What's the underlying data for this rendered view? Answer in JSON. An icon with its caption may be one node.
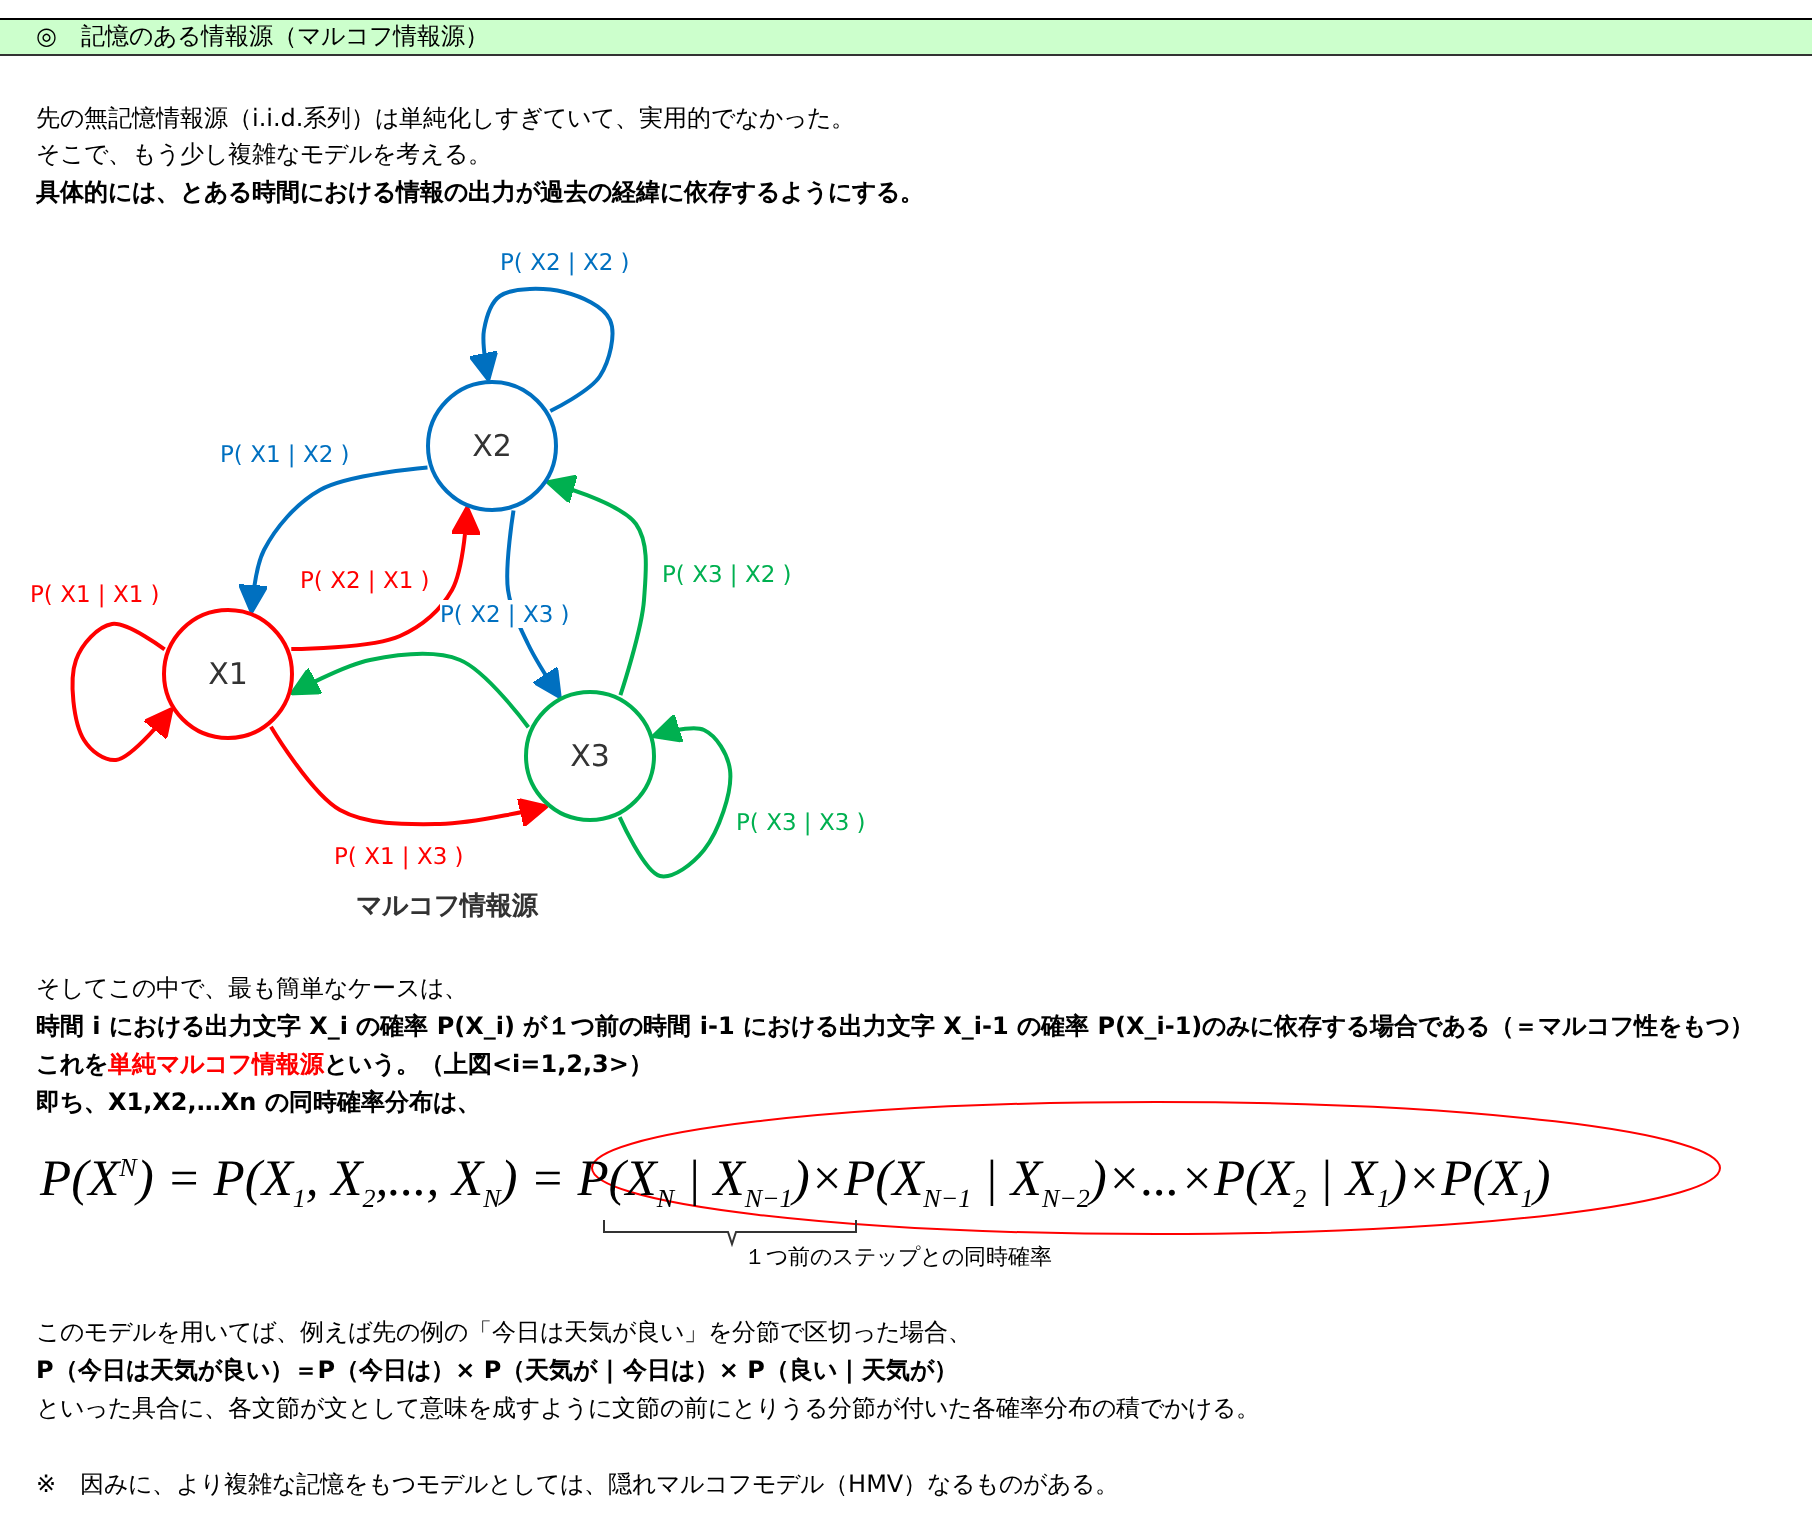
{
  "diagram": {
    "title": "◎　記憶のある情報源（マルコフ情報源）",
    "caption": "マルコフ情報源",
    "nodes": [
      {
        "text": [
          "X1"
        ]
      },
      {
        "text": [
          "X2"
        ]
      },
      {
        "text": [
          "X3"
        ]
      }
    ],
    "edges": [
      {
        "from": 1,
        "to": 1,
        "arrow": "to",
        "label": "P( X2 | X2 )",
        "color": "#0070c0"
      },
      {
        "from": 1,
        "to": 0,
        "arrow": "to",
        "label": "P( X1 | X2 )",
        "color": "#0070c0"
      },
      {
        "from": 0,
        "to": 1,
        "arrow": "to",
        "label": "P( X2 | X1 )",
        "color": "#ff0000"
      },
      {
        "from": 0,
        "to": 0,
        "arrow": "to",
        "label": "P( X1 | X1 )",
        "color": "#ff0000"
      },
      {
        "from": 1,
        "to": 2,
        "arrow": "to",
        "label": "P( X2 | X3 )",
        "color": "#0070c0"
      },
      {
        "from": 2,
        "to": 1,
        "arrow": "to",
        "label": "P( X3 | X2 )",
        "color": "#00b050"
      },
      {
        "from": 2,
        "to": 0,
        "arrow": "to",
        "color": "#00b050"
      },
      {
        "from": 2,
        "to": 2,
        "arrow": "to",
        "label": "P( X3 | X3 )",
        "color": "#00b050"
      },
      {
        "from": 0,
        "to": 2,
        "arrow": "to",
        "label": "P( X1 | X3 )",
        "color": "#ff0000"
      }
    ],
    "labels": [
      "先の無記憶情報源（i.i.d.系列）は単純化しすぎていて、実用的でなかった。",
      "そこで、もう少し複雑なモデルを考える。",
      "具体的には、とある時間における情報の出力が過去の経緯に依存するようにする。",
      "そしてこの中で、最も簡単なケースは、",
      "時間 i における出力文字 X_i の確率 P(X_i) が１つ前の時間 i-1 における出力文字 X_i-1 の確率 P(X_i-1)のみに依存する場合である（＝マルコフ性をもつ）",
      "これを",
      "単純マルコフ情報源",
      "という。（上図<i=1,2,3>）",
      "即ち、X1,X2,…Xn の同時確率分布は、",
      "P(X$^{N}$) = P(X$_{1}$, X$_{2}$,..., X$_{N}$) = P(X$_{N}$ | X$_{N−1}$)×P(X$_{N−1}$ | X$_{N−2}$)×...×P(X$_{2}$ | X$_{1}$)×P(X$_{1}$)",
      "１つ前のステップとの同時確率",
      "このモデルを用いてば、例えば先の例の「今日は天気が良い」を分節で区切った場合、",
      "P（今日は天気が良い）＝P（今日は）× P（天気が | 今日は）× P（良い | 天気が）",
      "といった具合に、各文節が文として意味を成すように文節の前にとりうる分節が付いた各確率分布の積でかける。",
      "※　因みに、より複雑な記憶をもつモデルとしては、隠れマルコフモデル（HMV）なるものがある。"
    ]
  }
}
